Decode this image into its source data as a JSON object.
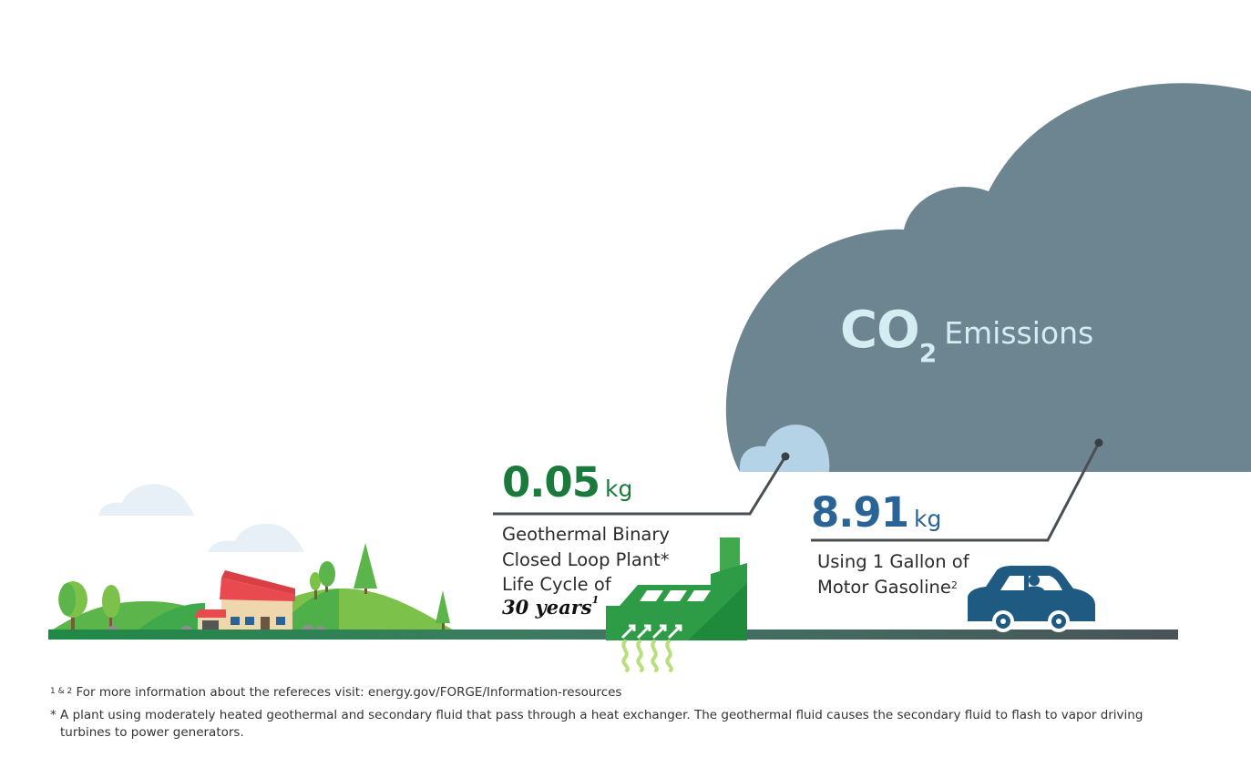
{
  "cloud": {
    "co2": "CO",
    "subscript": "2",
    "label": "Emissions"
  },
  "geothermal": {
    "value": "0.05",
    "unit": "kg",
    "line1": "Geothermal Binary",
    "line2": "Closed Loop Plant*",
    "line3": "Life Cycle of",
    "years": "30 years",
    "ref": "1"
  },
  "gasoline": {
    "value": "8.91",
    "unit": "kg",
    "line1": "Using 1 Gallon of",
    "line2": "Motor Gasoline",
    "ref": "2"
  },
  "footnotes": {
    "ref_marker": "1 & 2",
    "ref_text": "For more information about the refereces visit: energy.gov/FORGE/Information-resources",
    "star_line1": "* A plant using moderately heated geothermal and secondary fluid that pass through a heat exchanger. The geothermal fluid causes the secondary fluid to flash to vapor driving",
    "star_line2": "turbines to power generators."
  },
  "colors": {
    "cloud": "#6d8590",
    "geothermal_green": "#1a7a3c",
    "gasoline_blue": "#2a6396",
    "car": "#1f5a83",
    "leader_line": "#4a4f55"
  }
}
